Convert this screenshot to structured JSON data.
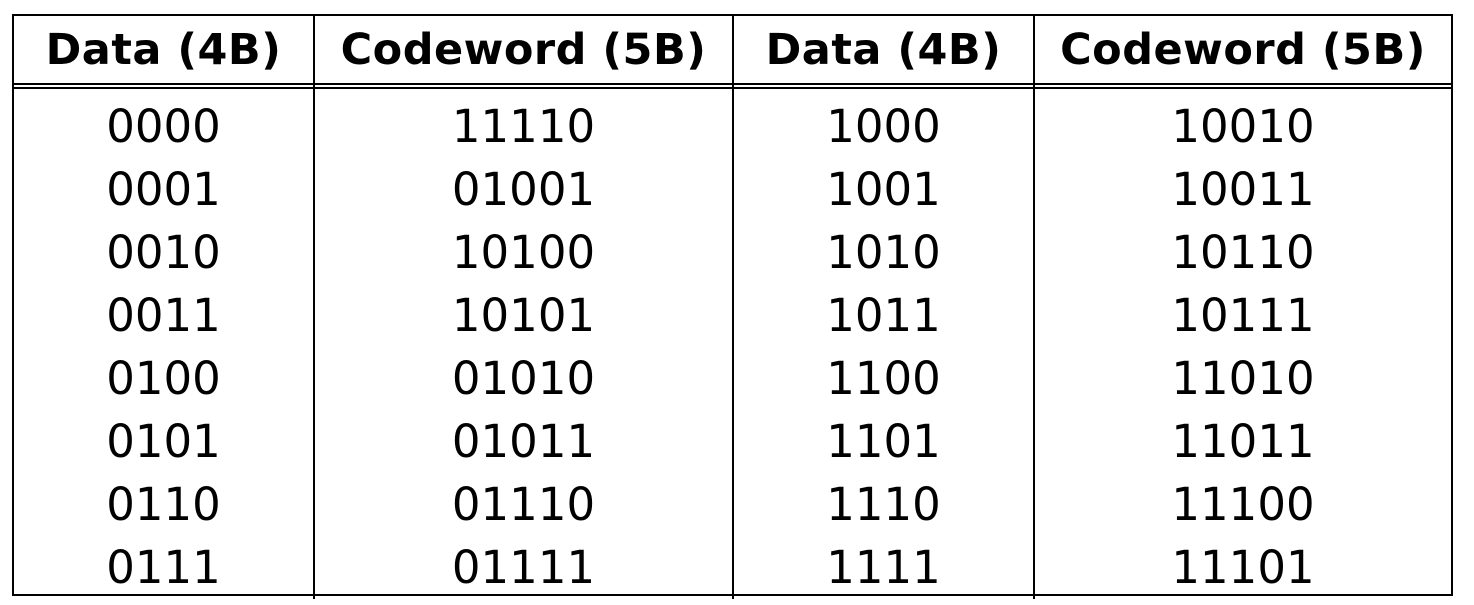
{
  "table": {
    "headers": [
      "Data (4B)",
      "Codeword (5B)",
      "Data (4B)",
      "Codeword (5B)"
    ],
    "rows": [
      [
        "0000",
        "11110",
        "1000",
        "10010"
      ],
      [
        "0001",
        "01001",
        "1001",
        "10011"
      ],
      [
        "0010",
        "10100",
        "1010",
        "10110"
      ],
      [
        "0011",
        "10101",
        "1011",
        "10111"
      ],
      [
        "0100",
        "01010",
        "1100",
        "11010"
      ],
      [
        "0101",
        "01011",
        "1101",
        "11011"
      ],
      [
        "0110",
        "01110",
        "1110",
        "11100"
      ],
      [
        "0111",
        "01111",
        "1111",
        "11101"
      ]
    ]
  }
}
